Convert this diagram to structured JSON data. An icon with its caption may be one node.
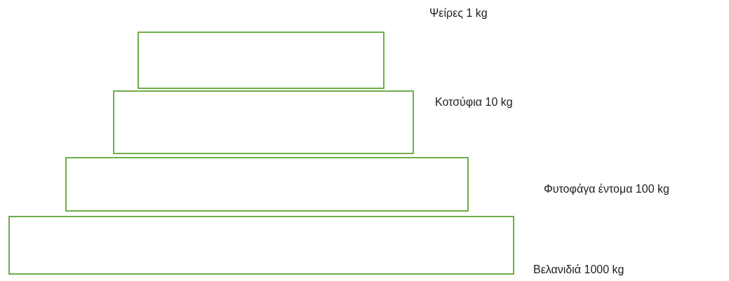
{
  "diagram": {
    "nodes": [
      {
        "text": [],
        "shape": "box"
      },
      {
        "text": [],
        "shape": "box"
      },
      {
        "text": [],
        "shape": "box"
      },
      {
        "text": [],
        "shape": "box"
      }
    ],
    "labels": [
      "Ψείρες 1 kg",
      "Κοτσύφια 10 kg",
      "Φυτοφάγα έντομα 100 kg",
      "Βελανιδιά 1000 kg"
    ]
  }
}
